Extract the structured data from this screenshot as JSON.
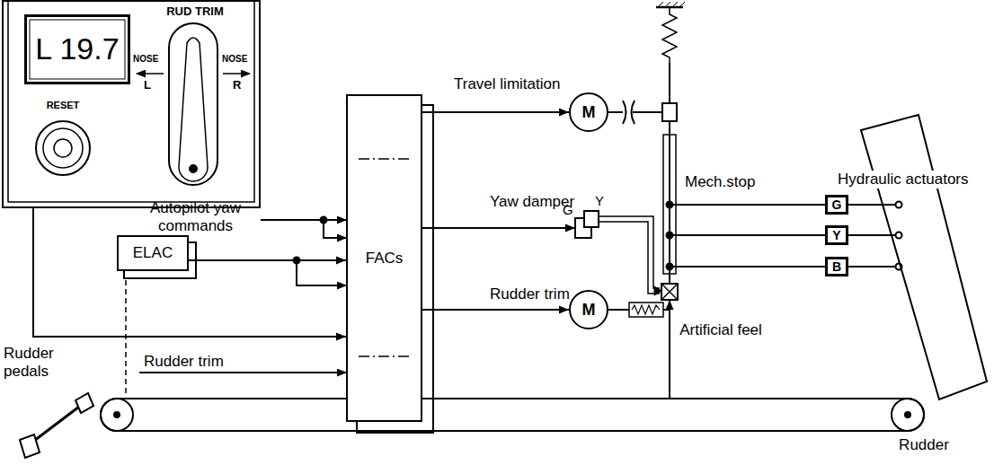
{
  "diagram": {
    "nodes": [
      {
        "text": [
          "RUD TRIM"
        ]
      },
      {
        "text": [
          "L 19.7"
        ],
        "in": 0
      },
      {
        "text": [
          "ELAC"
        ]
      },
      {
        "text": [
          "FACs"
        ]
      },
      {
        "text": [
          "M"
        ]
      },
      {
        "text": [
          "G",
          "Y"
        ]
      },
      {
        "text": [
          "M"
        ]
      },
      {
        "text": [
          "G"
        ]
      },
      {
        "text": [
          "Y"
        ]
      },
      {
        "text": [
          "B"
        ]
      },
      {
        "text": [
          "Rudder"
        ]
      }
    ],
    "edges": [
      {
        "from": 3,
        "to": 4,
        "arrow": "to",
        "label": "Travel limitation"
      },
      {
        "from": 3,
        "to": 5,
        "arrow": "to",
        "label": "Yaw damper"
      },
      {
        "from": 3,
        "to": 6,
        "arrow": "to",
        "label": "Rudder trim"
      },
      {
        "from": 2,
        "to": 3,
        "arrow": "to"
      },
      {
        "from": 0,
        "to": 3,
        "arrow": "to"
      },
      {
        "from": 7,
        "to": 10,
        "arrow": "none"
      },
      {
        "from": 8,
        "to": 10,
        "arrow": "none"
      },
      {
        "from": 9,
        "to": 10,
        "arrow": "none"
      }
    ],
    "labels": [
      "NOSE",
      "L",
      "NOSE",
      "R",
      "RESET",
      "Autopilot yaw commands",
      "Rudder trim",
      "Mech.stop",
      "Hydraulic actuators",
      "Artificial feel",
      "Rudder pedals"
    ]
  }
}
